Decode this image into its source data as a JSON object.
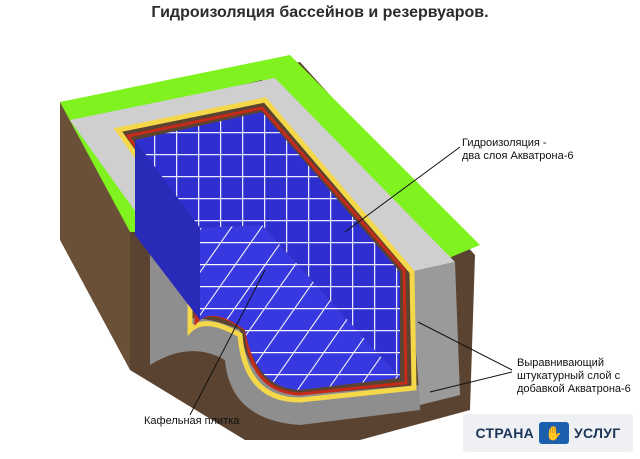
{
  "title": "Гидроизоляция бассейнов и резервуаров.",
  "labels": {
    "waterproofing_line1": "Гидроизоляция -",
    "waterproofing_line2": "два слоя Акватрона-6",
    "plaster_line1": "Выравнивающий",
    "plaster_line2": "штукатурный  слой с",
    "plaster_line3": "добавкой Акватрона-6",
    "tile": "Кафельная плитка"
  },
  "watermark": {
    "left": "СТРАНА",
    "right": "УСЛУГ",
    "icon": "handshake-icon"
  },
  "colors": {
    "grass": "#7ff21f",
    "concrete_top": "#d2d2d2",
    "concrete_side": "#8a8a8a",
    "soil": "#5a4330",
    "tile": "#2f2fd0",
    "grout": "#e8e8ff",
    "waterproof_red": "#c62a1a",
    "waterproof_yellow": "#f5d84a"
  }
}
